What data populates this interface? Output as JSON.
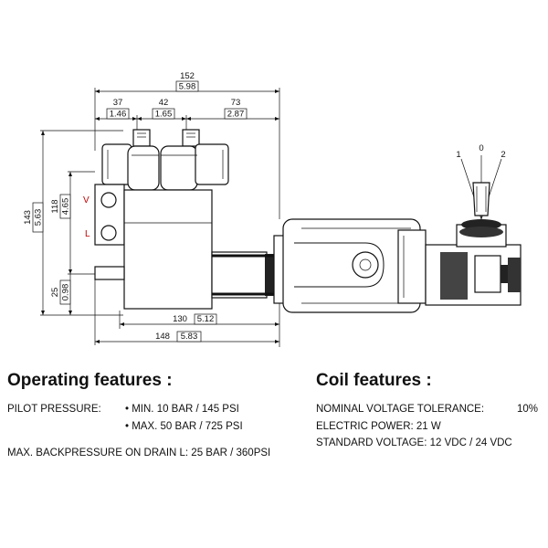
{
  "drawing": {
    "dims": {
      "overall_width": {
        "mm": "152",
        "in": "5.98"
      },
      "left_offset": {
        "mm": "37",
        "in": "1.46"
      },
      "coil_spacing": {
        "mm": "42",
        "in": "1.65"
      },
      "right_section": {
        "mm": "73",
        "in": "2.87"
      },
      "overall_height": {
        "mm": "143",
        "in": "5.63"
      },
      "port_height": {
        "mm": "118",
        "in": "4.65"
      },
      "base_height": {
        "mm": "25",
        "in": "0.98"
      },
      "body_length": {
        "mm": "130",
        "in": "5.12"
      },
      "total_length": {
        "mm": "148",
        "in": "5.83"
      }
    },
    "port_labels": {
      "v": "V",
      "l": "L"
    },
    "lever_positions": {
      "p1": "1",
      "p0": "0",
      "p2": "2"
    }
  },
  "operating": {
    "title": "Operating features :",
    "pilot_label": "PILOT PRESSURE:",
    "pilot_min": "• MIN. 10 BAR / 145 PSI",
    "pilot_max": "• MAX. 50 BAR / 725 PSI",
    "backpressure": "MAX. BACKPRESSURE ON DRAIN L: 25 BAR / 360PSI"
  },
  "coil": {
    "title": "Coil features :",
    "tolerance_label": "NOMINAL VOLTAGE TOLERANCE:",
    "tolerance_value": "10%",
    "power": "ELECTRIC POWER: 21 W",
    "voltage": "STANDARD VOLTAGE: 12 VDC / 24 VDC"
  }
}
